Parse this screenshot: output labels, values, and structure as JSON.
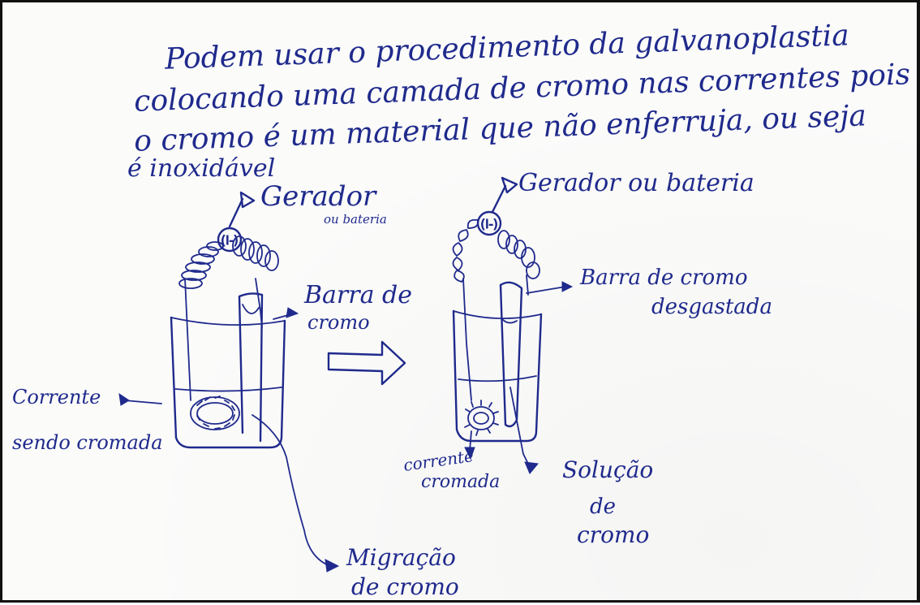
{
  "paragraph": {
    "line1": "Podem usar o procedimento da galvanoplastia",
    "line2": "colocando uma camada de cromo nas correntes pois",
    "line3": "o cromo é um material que não enferruja, ou seja",
    "line4": "é inoxidável"
  },
  "left_diagram": {
    "generator_label": "Gerador",
    "generator_label_sub": "ou bateria",
    "generator_symbol": "(I-)",
    "bar_label_line1": "Barra de",
    "bar_label_line2": "cromo",
    "chain_label_line1": "Corrente",
    "chain_label_line2": "sendo cromada",
    "migration_label_line1": "Migração",
    "migration_label_line2": "de cromo"
  },
  "right_diagram": {
    "generator_label": "Gerador ou bateria",
    "generator_symbol": "(I-)",
    "bar_label_line1": "Barra de cromo",
    "bar_label_line2": "desgastada",
    "chain_label_line1": "corrente",
    "chain_label_line2": "cromada",
    "solution_label_line1": "Solução",
    "solution_label_line2": "de",
    "solution_label_line3": "cromo"
  }
}
